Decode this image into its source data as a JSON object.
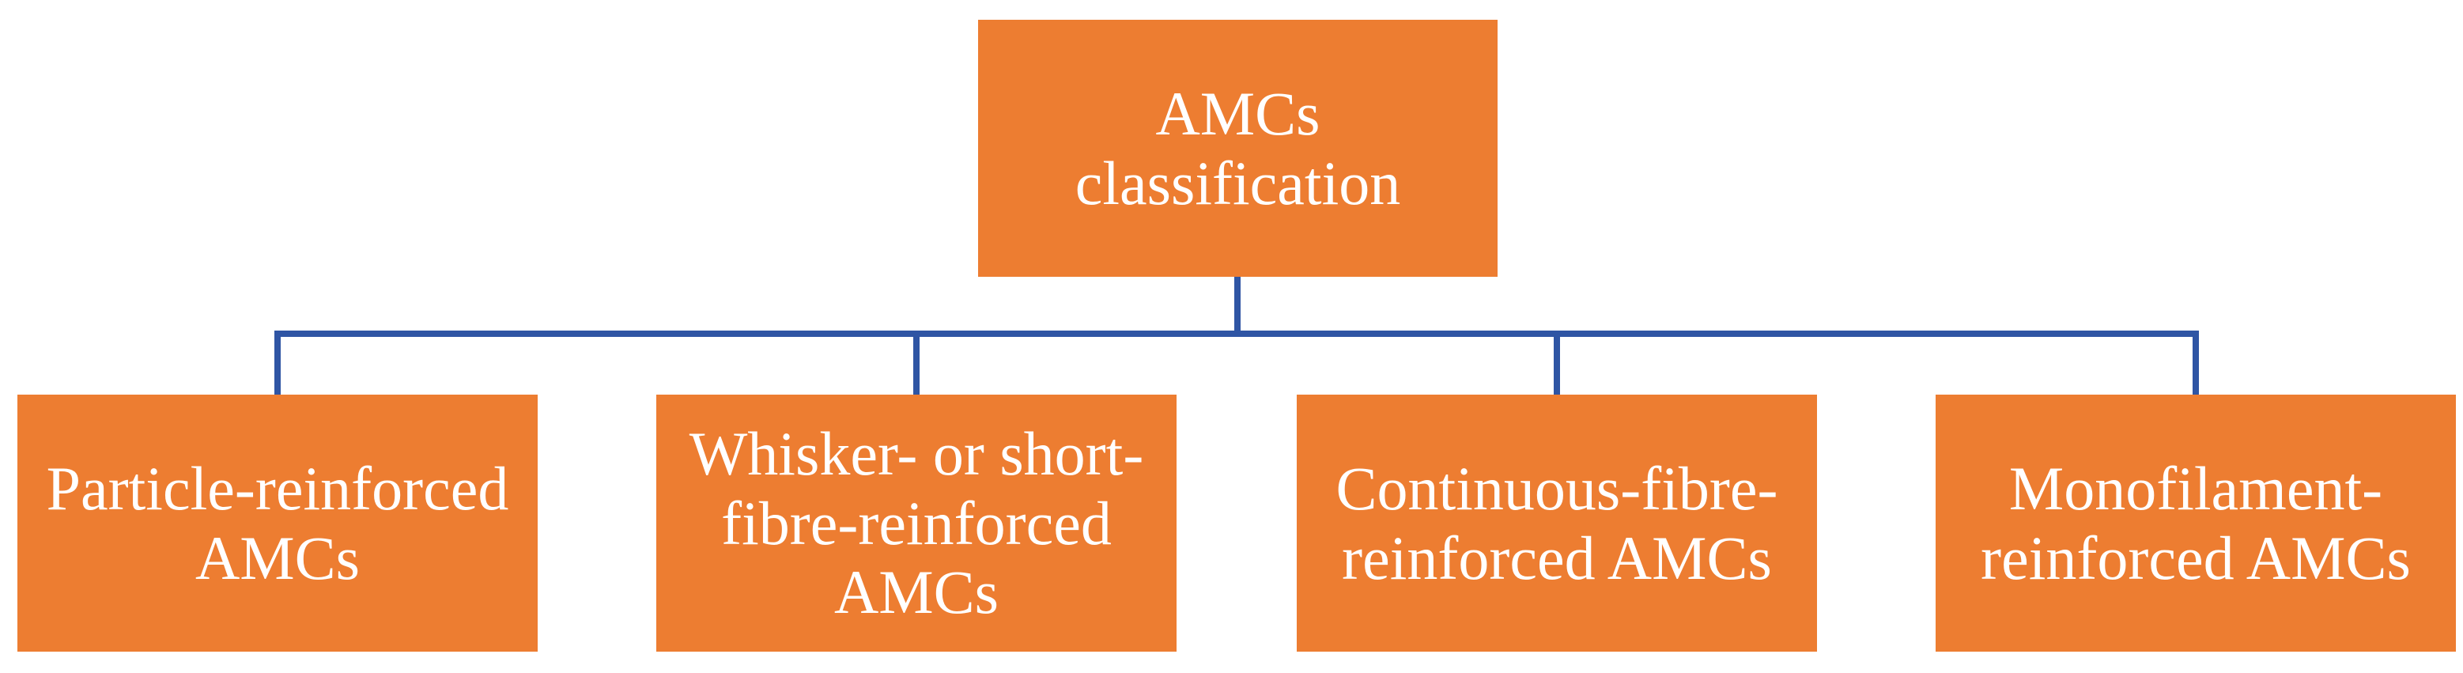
{
  "diagram": {
    "root": {
      "label": "AMCs\nclassification"
    },
    "children": [
      {
        "label": "Particle-reinforced\nAMCs"
      },
      {
        "label": "Whisker- or short-\nfibre-reinforced\nAMCs"
      },
      {
        "label": "Continuous-fibre-\nreinforced AMCs"
      },
      {
        "label": "Monofilament-\nreinforced AMCs"
      }
    ]
  },
  "colors": {
    "box_fill": "#ED7D31",
    "box_text": "#FFFFFF",
    "connector": "#2F55A4"
  }
}
